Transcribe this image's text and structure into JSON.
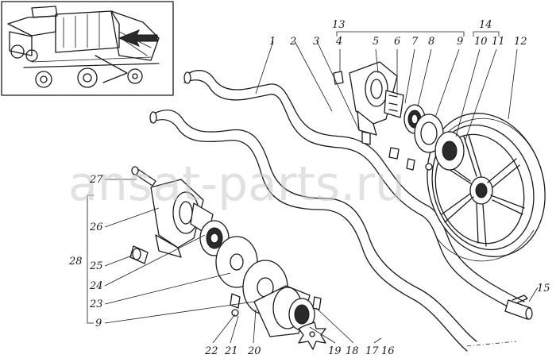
{
  "watermark": "ansat-parts.ru",
  "part_labels": [
    "1",
    "2",
    "3",
    "4",
    "5",
    "6",
    "7",
    "8",
    "9",
    "10",
    "11",
    "12",
    "13",
    "14",
    "15",
    "16",
    "17",
    "18",
    "19",
    "20",
    "21",
    "22",
    "23",
    "24",
    "25",
    "26",
    "27",
    "28"
  ],
  "group_labels": {
    "upper_left_bearing_group": "13",
    "upper_right_bearing_group": "14",
    "lower_bearing_group": "28",
    "lower_group_extra": "9"
  }
}
